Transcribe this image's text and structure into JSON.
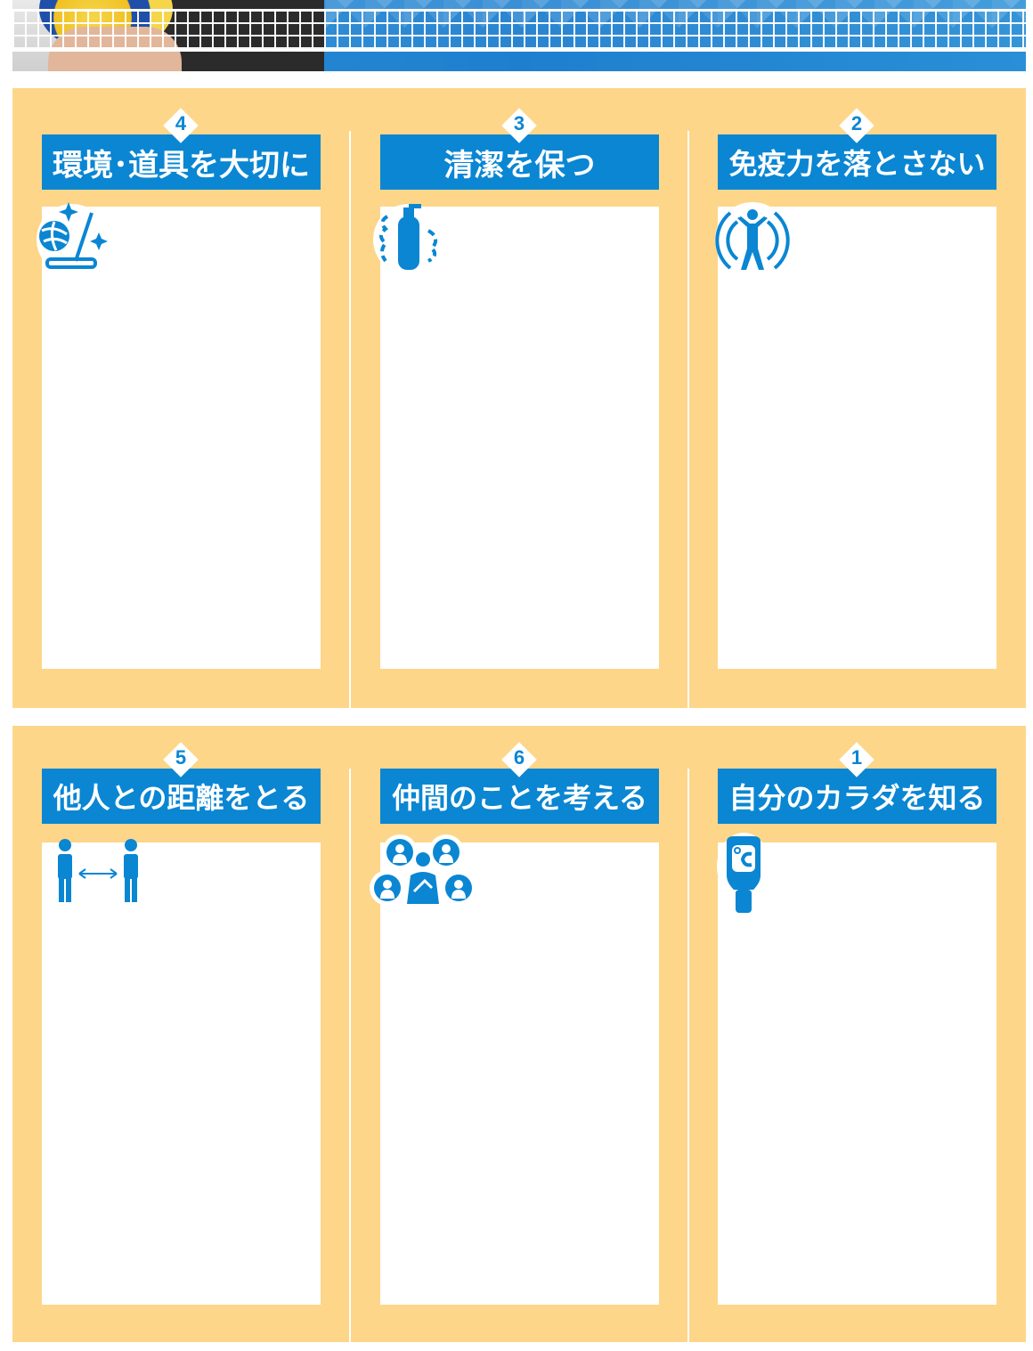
{
  "colors": {
    "accent_blue": "#0a86d3",
    "panel_yellow": "#fdd68a",
    "white": "#ffffff"
  },
  "top_section": {
    "cards": [
      {
        "number": "4",
        "title": "環境･道具を大切に",
        "icon": "volleyball-mop-icon"
      },
      {
        "number": "3",
        "title": "清潔を保つ",
        "icon": "soap-bottle-icon"
      },
      {
        "number": "2",
        "title": "免疫力を落とさない",
        "icon": "body-shield-icon"
      }
    ]
  },
  "bottom_section": {
    "cards": [
      {
        "number": "5",
        "title": "他人との距離をとる",
        "icon": "social-distance-icon"
      },
      {
        "number": "6",
        "title": "仲間のことを考える",
        "icon": "group-people-icon"
      },
      {
        "number": "1",
        "title": "自分のカラダを知る",
        "icon": "thermometer-icon"
      }
    ]
  }
}
